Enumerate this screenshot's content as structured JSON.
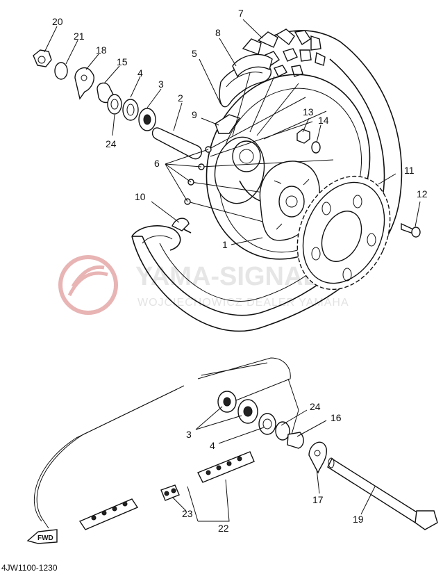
{
  "watermark": {
    "name": "YAMA-SIGNAL",
    "subtitle": "WOJCIECHOWICZ DEALER YAMAHA"
  },
  "direction_arrow_label": "FWD",
  "diagram_code": "4JW1100-1230",
  "callouts": [
    {
      "id": "c20",
      "label": "20"
    },
    {
      "id": "c21",
      "label": "21"
    },
    {
      "id": "c18",
      "label": "18"
    },
    {
      "id": "c15",
      "label": "15"
    },
    {
      "id": "c4a",
      "label": "4"
    },
    {
      "id": "c3a",
      "label": "3"
    },
    {
      "id": "c24a",
      "label": "24"
    },
    {
      "id": "c2",
      "label": "2"
    },
    {
      "id": "c5",
      "label": "5"
    },
    {
      "id": "c8",
      "label": "8"
    },
    {
      "id": "c7",
      "label": "7"
    },
    {
      "id": "c9",
      "label": "9"
    },
    {
      "id": "c6",
      "label": "6"
    },
    {
      "id": "c13",
      "label": "13"
    },
    {
      "id": "c14",
      "label": "14"
    },
    {
      "id": "c10",
      "label": "10"
    },
    {
      "id": "c1",
      "label": "1"
    },
    {
      "id": "c11",
      "label": "11"
    },
    {
      "id": "c12",
      "label": "12"
    },
    {
      "id": "c3b",
      "label": "3"
    },
    {
      "id": "c4b",
      "label": "4"
    },
    {
      "id": "c24b",
      "label": "24"
    },
    {
      "id": "c16",
      "label": "16"
    },
    {
      "id": "c17",
      "label": "17"
    },
    {
      "id": "c19",
      "label": "19"
    },
    {
      "id": "c23",
      "label": "23"
    },
    {
      "id": "c22",
      "label": "22"
    }
  ],
  "colors": {
    "line": "#111111",
    "watermark": "#e8b4b4"
  }
}
